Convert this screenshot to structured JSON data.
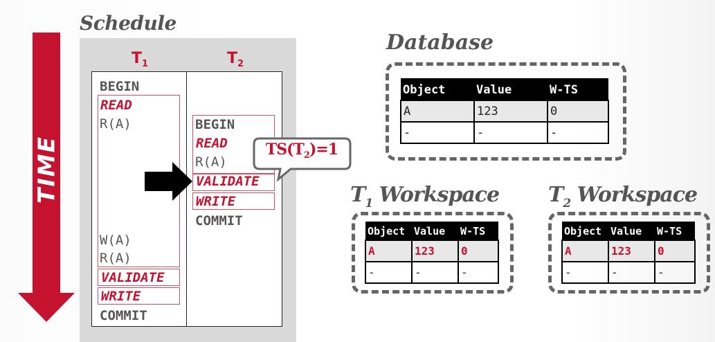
{
  "time_axis": {
    "label": "TIME",
    "color": "#c4122f"
  },
  "schedule": {
    "title": "Schedule",
    "columns": [
      {
        "name": "T",
        "sub": "1"
      },
      {
        "name": "T",
        "sub": "2"
      }
    ],
    "t1_ops": {
      "begin": "BEGIN",
      "read_phase": "READ",
      "r1": "R(A)",
      "w1": "W(A)",
      "r2": "R(A)",
      "validate": "VALIDATE",
      "write": "WRITE",
      "commit": "COMMIT"
    },
    "t2_ops": {
      "begin": "BEGIN",
      "read_phase": "READ",
      "r1": "R(A)",
      "validate": "VALIDATE",
      "write": "WRITE",
      "commit": "COMMIT"
    }
  },
  "callout": {
    "prefix": "TS(T",
    "sub": "2",
    "suffix": ")=1"
  },
  "pointer": {
    "icon": "right-arrow-icon"
  },
  "database": {
    "title": "Database",
    "headers": [
      "Object",
      "Value",
      "W-TS"
    ],
    "rows": [
      [
        "A",
        "123",
        "0"
      ],
      [
        "-",
        "-",
        "-"
      ]
    ]
  },
  "t1_workspace": {
    "title_prefix": "T",
    "title_sub": "1",
    "title_suffix": "Workspace",
    "headers": [
      "Object",
      "Value",
      "W-TS"
    ],
    "rows": [
      [
        "A",
        "123",
        "0"
      ],
      [
        "-",
        "-",
        "-"
      ]
    ]
  },
  "t2_workspace": {
    "title_prefix": "T",
    "title_sub": "2",
    "title_suffix": "Workspace",
    "headers": [
      "Object",
      "Value",
      "W-TS"
    ],
    "rows": [
      [
        "A",
        "123",
        "0"
      ],
      [
        "-",
        "-",
        "-"
      ]
    ]
  },
  "colors": {
    "accent": "#c4122f",
    "text_gray": "#555555",
    "schedule_bg": "#d9d9d9",
    "dash": "#666666"
  }
}
